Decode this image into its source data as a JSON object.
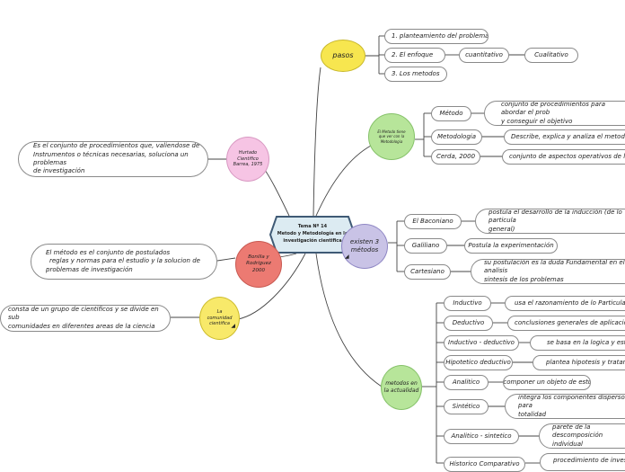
{
  "central": {
    "lines": [
      "Tema Nº 14",
      "Metodo y Metodología en la",
      "investigación cientifica"
    ]
  },
  "pasos": {
    "title": "pasos",
    "items": [
      "1. planteamiento del problemas",
      "2. El enfoque",
      "3. Los metodos"
    ],
    "enfoque_children": [
      "cuantitativo",
      "Cualitativo"
    ]
  },
  "metodo_metodologia": {
    "title_lines": [
      "El Metodo tiene",
      "que ver con la",
      "Metodologia"
    ],
    "rows": [
      {
        "label": "Método",
        "desc": [
          "conjunto de procedimientos para abordar el prob",
          "y conseguir el objetivo"
        ]
      },
      {
        "label": "Metodologia",
        "desc": [
          "Describe, explica y analiza el metodo de la"
        ]
      },
      {
        "label": "Cerda, 2000",
        "desc": [
          "conjunto de aspectos operativos de la investig"
        ]
      }
    ]
  },
  "existen_metodos": {
    "title_lines": [
      "existen 3",
      "métodos"
    ],
    "rows": [
      {
        "label": "El Baconiano",
        "desc": [
          "postula el desarrollo de la inducción (de lo particula",
          "general)"
        ]
      },
      {
        "label": "Galiliano",
        "desc": [
          "Postula la experimentación"
        ]
      },
      {
        "label": "Cartesiano",
        "desc": [
          "su postulación es la duda Fundamental en el analisis",
          "sintesis de los problemas"
        ]
      }
    ]
  },
  "metodos_actualidad": {
    "title_lines": [
      "metodos en",
      "la actualidad"
    ],
    "rows": [
      {
        "label": "Inductivo",
        "desc": [
          "usa el razonamiento de lo Particular a lo"
        ]
      },
      {
        "label": "Deductivo",
        "desc": [
          "conclusiones generales de aplicación univ"
        ]
      },
      {
        "label": "Inductivo - deductivo",
        "desc": [
          "se basa en la logica y estudi"
        ]
      },
      {
        "label": "Hipotetico deductivo",
        "desc": [
          "plantea hipotesis y tratamos d"
        ]
      },
      {
        "label": "Analitico",
        "desc": [
          "descomponer un objeto de estudio"
        ]
      },
      {
        "label": "Sintético",
        "desc": [
          "integra los componentes dispersos para",
          "totalidad"
        ]
      },
      {
        "label": "Analitico - sintetico",
        "desc": [
          "parete de la descomposición",
          "individual"
        ]
      },
      {
        "label": "Historico Comparativo",
        "desc": [
          "procedimiento de investiga"
        ]
      }
    ]
  },
  "hurtado": {
    "title_lines": [
      "Hurtado",
      "Cientifico",
      "Barrea, 1975"
    ],
    "desc": [
      "Es el conjunto de procedimientos que, valiendose de",
      "Instrumentos o técnicas necesarias, soluciona un problemas",
      "de investigación"
    ]
  },
  "bonilla": {
    "title_lines": [
      "Bonilla y",
      "Rodriguez",
      "2000"
    ],
    "desc": [
      "El método es el conjunto de postulados",
      "reglas y normas para el estudio y la solucion de",
      "problemas de investigación"
    ]
  },
  "comunidad": {
    "title_lines": [
      "La",
      "comunidad",
      "cientifica"
    ],
    "desc": [
      "consta de un grupo de cientificos y se divide en sub",
      "comunidades en diferentes areas de la ciencia"
    ]
  },
  "colors": {
    "central_fill": "#dcebf2",
    "central_border": "#3f5a75",
    "pasos": "#f7e64f",
    "metodo": "#b7e59a",
    "existen": "#c9c3e6",
    "actualidad": "#b7e59a",
    "hurtado": "#f6c4e4",
    "bonilla": "#ec7a72",
    "comunidad": "#f8e96a",
    "line": "#444444"
  }
}
